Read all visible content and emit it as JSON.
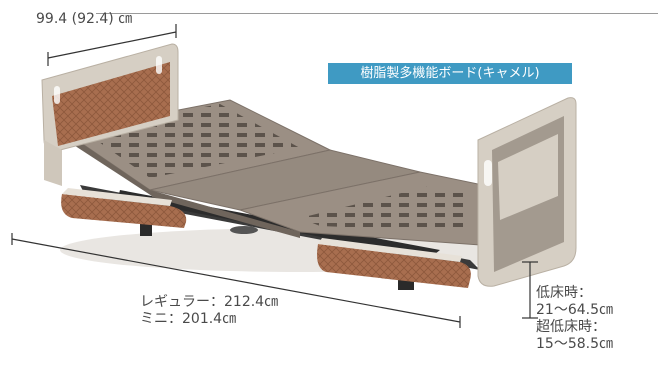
{
  "width_dimension": "99.4 (92.4) ㎝",
  "feature_badge": "樹脂製多機能ボード(キャメル)",
  "length_dimension": {
    "regular": "レギュラー：212.4㎝",
    "mini": "ミニ：201.4㎝"
  },
  "height_dimension": {
    "low_label": "低床時：",
    "low_value": "21～64.5㎝",
    "ultra_low_label": "超低床時：",
    "ultra_low_value": "15～58.5㎝"
  },
  "colors": {
    "badge": "#3f9ac3",
    "board_frame": "#d6cfc4",
    "board_panel": "#a86e4f",
    "deck": "#9b8f84",
    "frame": "#3a3a3a"
  }
}
